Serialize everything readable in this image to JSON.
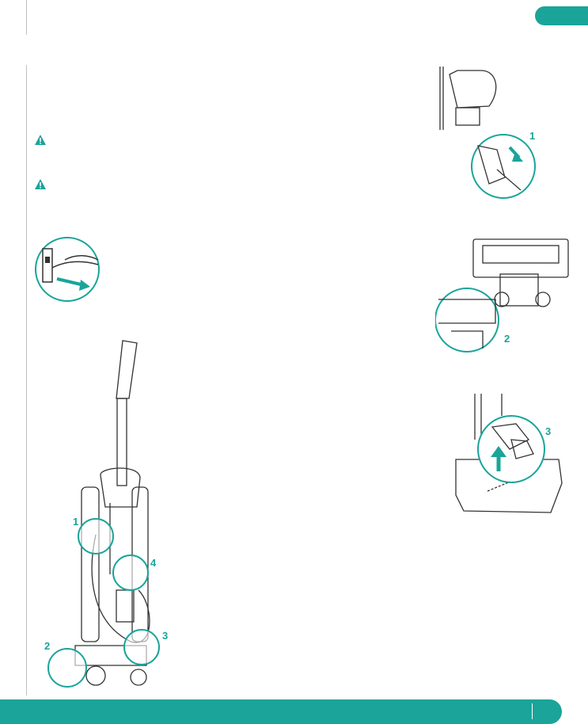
{
  "colors": {
    "accent": "#1aa49a",
    "line": "#bfbfbf",
    "drawing": "#333333"
  },
  "header": {
    "tab_label": ""
  },
  "warnings": [
    {
      "icon": "warning-triangle-icon"
    },
    {
      "icon": "warning-triangle-icon"
    }
  ],
  "callouts": {
    "main": [
      "1",
      "2",
      "3",
      "4"
    ],
    "hose_detail": "1",
    "brushroll_detail": "2",
    "foot_detail": "3"
  },
  "footer": {
    "page_number": ""
  }
}
